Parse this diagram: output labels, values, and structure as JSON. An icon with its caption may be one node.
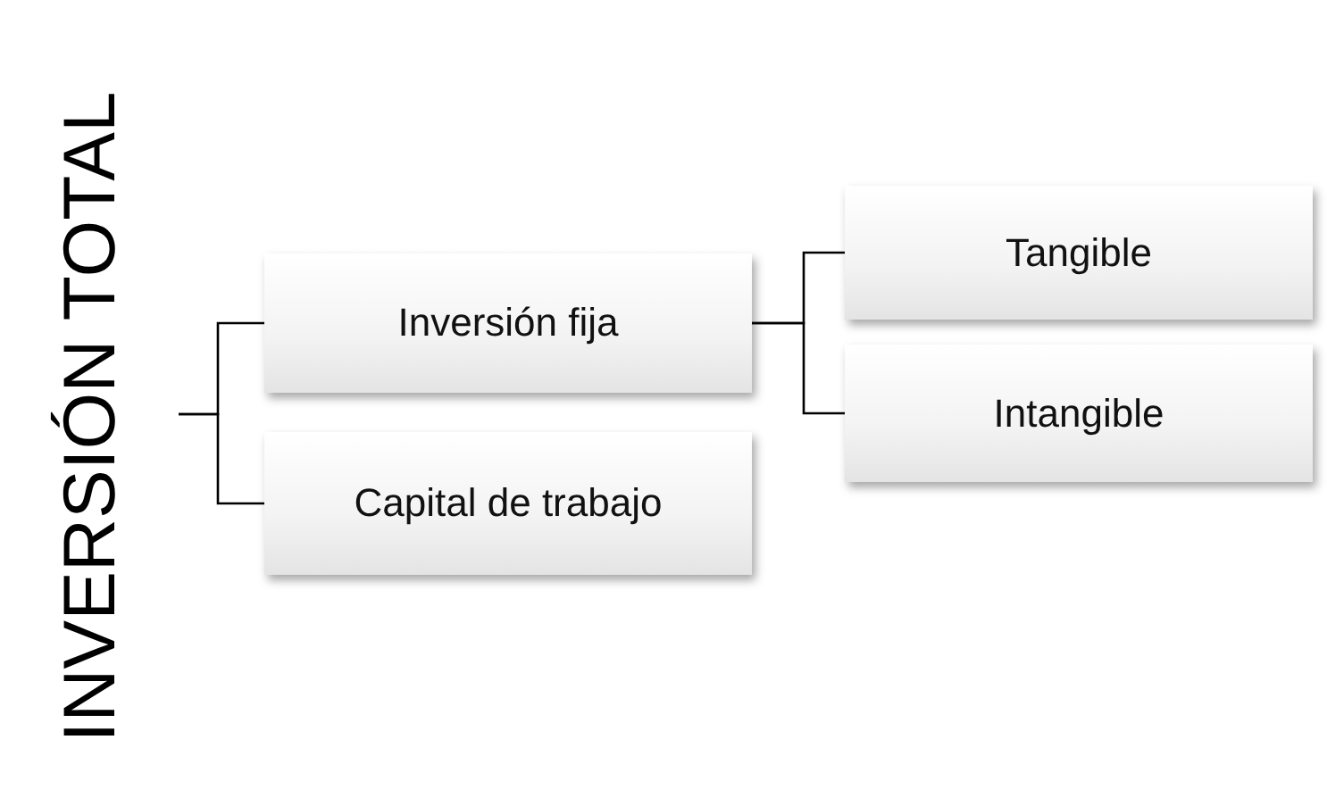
{
  "diagram": {
    "nodes": [
      {
        "text": [
          "INVERSIÓN TOTAL"
        ]
      },
      {
        "text": [
          "Inversión fija"
        ]
      },
      {
        "text": [
          "Capital de trabajo"
        ]
      },
      {
        "text": [
          "Tangible"
        ]
      },
      {
        "text": [
          "Intangible"
        ]
      }
    ],
    "edges": [
      {
        "from": 0,
        "to": 1,
        "arrow": "none"
      },
      {
        "from": 0,
        "to": 2,
        "arrow": "none"
      },
      {
        "from": 1,
        "to": 3,
        "arrow": "none"
      },
      {
        "from": 1,
        "to": 4,
        "arrow": "none"
      }
    ]
  }
}
